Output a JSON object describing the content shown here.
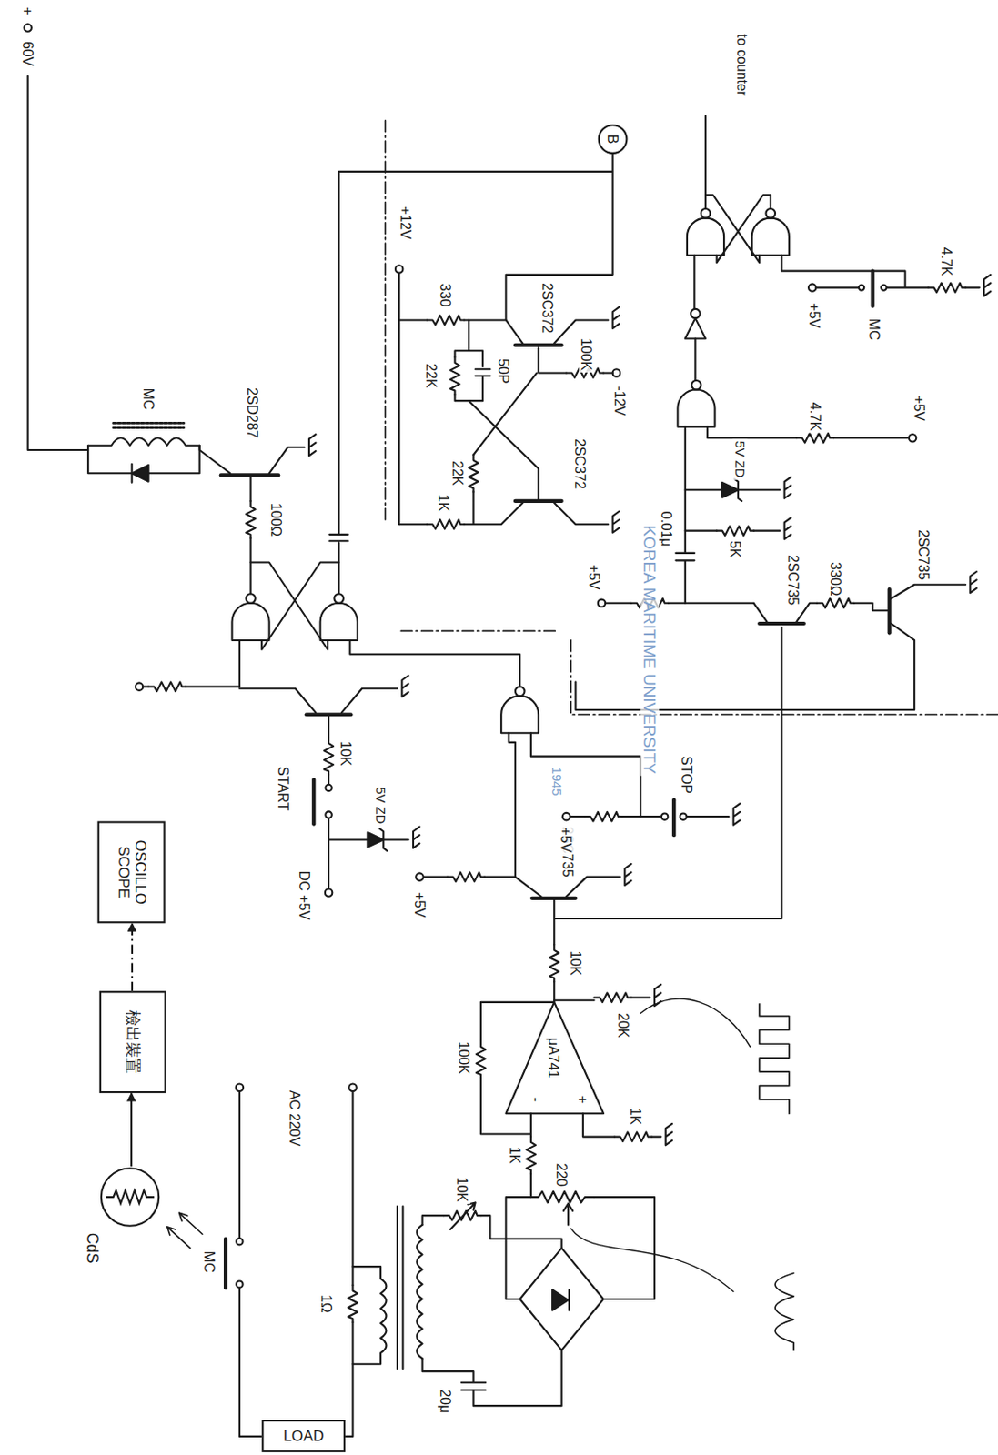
{
  "diagram": {
    "nodes": [
      {
        "text": [
          "OSCILLO SCOPE"
        ]
      },
      {
        "text": [
          "檢出裝置"
        ]
      },
      {
        "text": [
          "CdS"
        ]
      },
      {
        "text": [
          "LOAD"
        ]
      }
    ],
    "edges": [
      {
        "from": 2,
        "to": 1,
        "arrow": "to"
      },
      {
        "from": 1,
        "to": 0,
        "arrow": "to"
      }
    ],
    "labels": [
      "+",
      "60V",
      "MC",
      "2SD287",
      "100Ω",
      "+12V",
      "330",
      "22K",
      "50P",
      "2SC372",
      "100K",
      "-12V",
      "22K",
      "1K",
      "2SC372",
      "B",
      "to counter",
      "+5V",
      "MC",
      "4.7K",
      "4.7K",
      "+5V",
      "5V ZD",
      "0.01μ",
      "5K",
      "2SC735",
      "330Ω",
      "2SC735",
      "+5V",
      "START",
      "10K",
      "5V ZD",
      "DC +5V",
      "+5V",
      "2SC735",
      "STOP",
      "+5V",
      "10K",
      "20K",
      "100K",
      "μA741",
      "-",
      "+",
      "1K",
      "1K",
      "220",
      "10K",
      "20μ",
      "1Ω",
      "AC 220V",
      "MC",
      "KOREA MARITIME UNIVERSITY",
      "1945"
    ]
  }
}
